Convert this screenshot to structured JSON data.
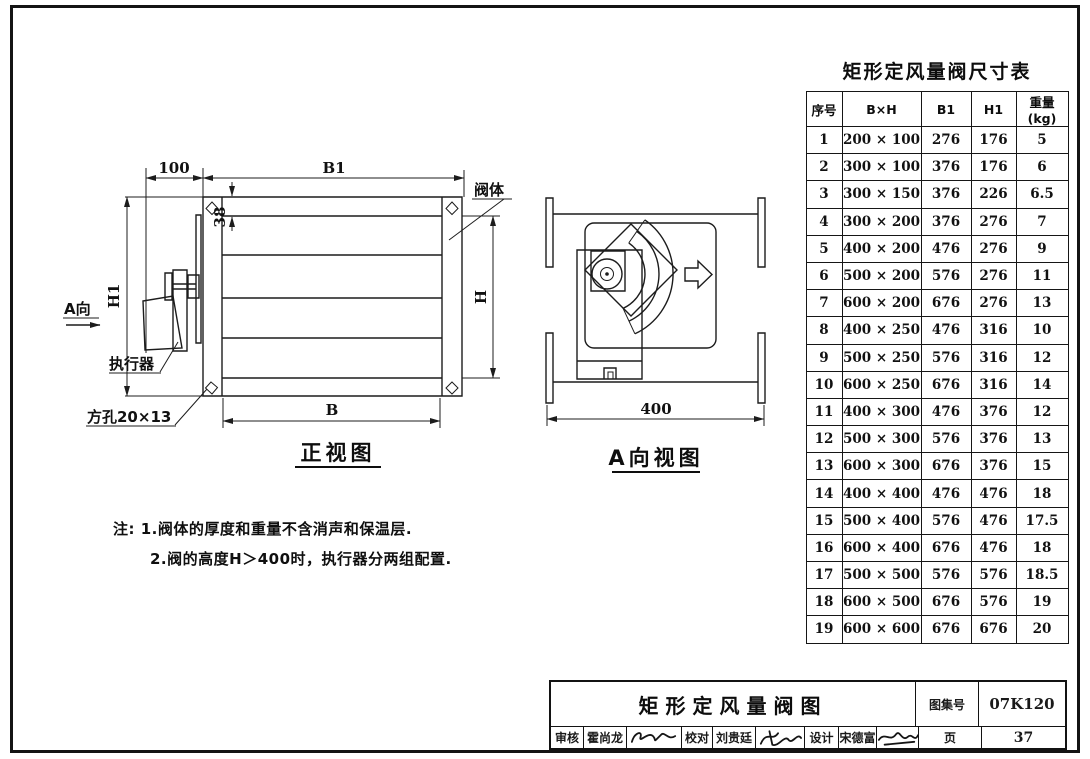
{
  "front_view": {
    "title": "正视图",
    "dims": {
      "d100": "100",
      "b1": "B1",
      "d38": "38",
      "h1": "H1",
      "h": "H",
      "b": "B"
    },
    "labels": {
      "valve_body": "阀体",
      "actuator": "执行器",
      "square_hole": "方孔20×13",
      "view_dir": "A向"
    }
  },
  "a_view": {
    "title": "A向视图",
    "dim_400": "400"
  },
  "notes": {
    "line1": "注: 1.阀体的厚度和重量不含消声和保温层.",
    "line2": "2.阀的高度H＞400时，执行器分两组配置."
  },
  "size_table": {
    "title": "矩形定风量阀尺寸表",
    "columns": [
      "序号",
      "B×H",
      "B1",
      "H1",
      "重量(kg)"
    ],
    "rows": [
      [
        "1",
        "200 × 100",
        "276",
        "176",
        "5"
      ],
      [
        "2",
        "300 × 100",
        "376",
        "176",
        "6"
      ],
      [
        "3",
        "300 × 150",
        "376",
        "226",
        "6.5"
      ],
      [
        "4",
        "300 × 200",
        "376",
        "276",
        "7"
      ],
      [
        "5",
        "400 × 200",
        "476",
        "276",
        "9"
      ],
      [
        "6",
        "500 × 200",
        "576",
        "276",
        "11"
      ],
      [
        "7",
        "600 × 200",
        "676",
        "276",
        "13"
      ],
      [
        "8",
        "400 × 250",
        "476",
        "316",
        "10"
      ],
      [
        "9",
        "500 × 250",
        "576",
        "316",
        "12"
      ],
      [
        "10",
        "600 × 250",
        "676",
        "316",
        "14"
      ],
      [
        "11",
        "400 × 300",
        "476",
        "376",
        "12"
      ],
      [
        "12",
        "500 × 300",
        "576",
        "376",
        "13"
      ],
      [
        "13",
        "600 × 300",
        "676",
        "376",
        "15"
      ],
      [
        "14",
        "400 × 400",
        "476",
        "476",
        "18"
      ],
      [
        "15",
        "500 × 400",
        "576",
        "476",
        "17.5"
      ],
      [
        "16",
        "600 × 400",
        "676",
        "476",
        "18"
      ],
      [
        "17",
        "500 × 500",
        "576",
        "576",
        "18.5"
      ],
      [
        "18",
        "600 × 500",
        "676",
        "576",
        "19"
      ],
      [
        "19",
        "600 × 600",
        "676",
        "676",
        "20"
      ]
    ]
  },
  "title_block": {
    "drawing_title": "矩形定风量阀图",
    "atlas_label": "图集号",
    "atlas_no": "07K120",
    "page_label": "页",
    "page_no": "37",
    "review_label": "审核",
    "reviewer": "霍尚龙",
    "proof_label": "校对",
    "proofreader": "刘贵廷",
    "design_label": "设计",
    "designer": "宋德富"
  }
}
